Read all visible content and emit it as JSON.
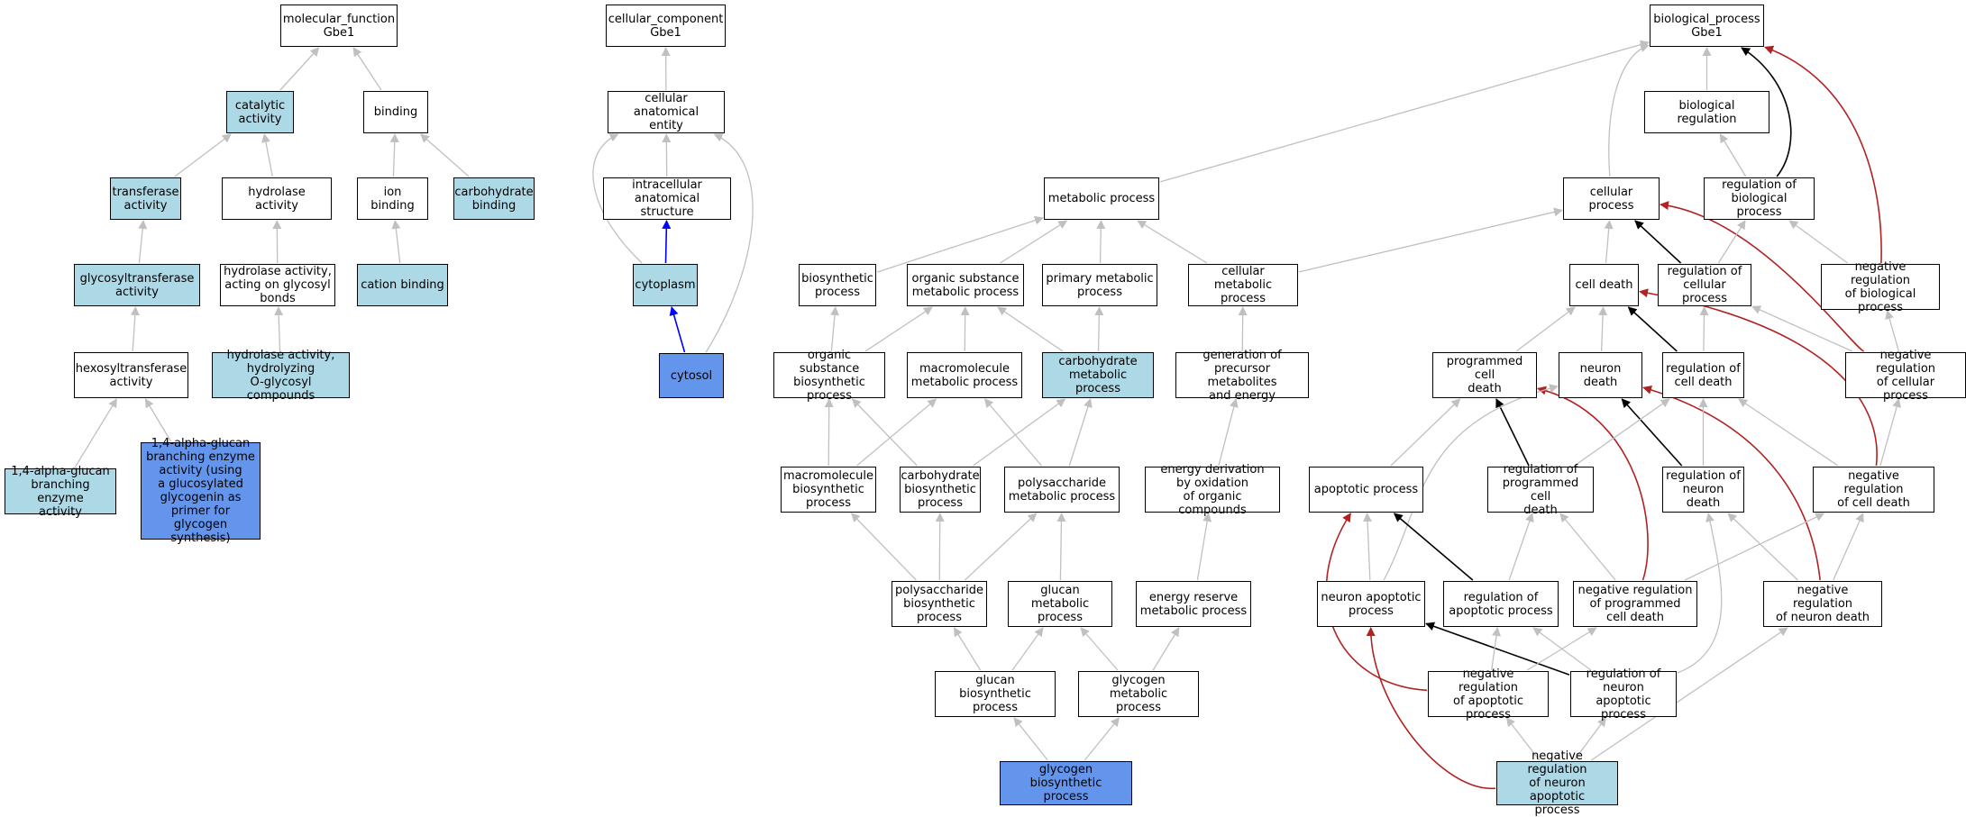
{
  "colors": {
    "white": "#ffffff",
    "light": "#add8e6",
    "focus": "#6495ed",
    "edge_gray": "#c0c0c0",
    "edge_black": "#000000",
    "edge_red": "#b22222",
    "edge_blue": "#0000ff"
  },
  "nodes": [
    {
      "id": "mf",
      "label": "molecular_function\nGbe1",
      "fill": "white"
    },
    {
      "id": "catalytic",
      "label": "catalytic activity",
      "fill": "light"
    },
    {
      "id": "binding",
      "label": "binding",
      "fill": "white"
    },
    {
      "id": "transferase",
      "label": "transferase\nactivity",
      "fill": "light"
    },
    {
      "id": "hydrolase",
      "label": "hydrolase activity",
      "fill": "white"
    },
    {
      "id": "ionbinding",
      "label": "ion binding",
      "fill": "white"
    },
    {
      "id": "carbbinding",
      "label": "carbohydrate\nbinding",
      "fill": "light"
    },
    {
      "id": "glycosyltransferase",
      "label": "glycosyltransferase\nactivity",
      "fill": "light"
    },
    {
      "id": "hydrolase_glyc",
      "label": "hydrolase activity,\nacting on glycosyl\nbonds",
      "fill": "white"
    },
    {
      "id": "cationbinding",
      "label": "cation binding",
      "fill": "light"
    },
    {
      "id": "hexosyl",
      "label": "hexosyltransferase\nactivity",
      "fill": "white"
    },
    {
      "id": "hydrolase_o",
      "label": "hydrolase activity,\nhydrolyzing\nO-glycosyl compounds",
      "fill": "light"
    },
    {
      "id": "glucanbranch",
      "label": "1,4-alpha-glucan\nbranching enzyme\nactivity",
      "fill": "light"
    },
    {
      "id": "glucanbranch2",
      "label": "1,4-alpha-glucan\nbranching enzyme\nactivity (using\na glucosylated\nglycogenin as\nprimer for glycogen\nsynthesis)",
      "fill": "focus"
    },
    {
      "id": "cc",
      "label": "cellular_component\nGbe1",
      "fill": "white"
    },
    {
      "id": "cae",
      "label": "cellular anatomical\nentity",
      "fill": "white"
    },
    {
      "id": "ias",
      "label": "intracellular\nanatomical structure",
      "fill": "white"
    },
    {
      "id": "cytoplasm",
      "label": "cytoplasm",
      "fill": "light"
    },
    {
      "id": "cytosol",
      "label": "cytosol",
      "fill": "focus"
    },
    {
      "id": "metabolic",
      "label": "metabolic process",
      "fill": "white"
    },
    {
      "id": "biosynthetic",
      "label": "biosynthetic\nprocess",
      "fill": "white"
    },
    {
      "id": "osmp",
      "label": "organic substance\nmetabolic process",
      "fill": "white"
    },
    {
      "id": "pmp",
      "label": "primary metabolic\nprocess",
      "fill": "white"
    },
    {
      "id": "cmp",
      "label": "cellular metabolic\nprocess",
      "fill": "white"
    },
    {
      "id": "osbp",
      "label": "organic substance\nbiosynthetic\nprocess",
      "fill": "white"
    },
    {
      "id": "mmp",
      "label": "macromolecule\nmetabolic process",
      "fill": "white"
    },
    {
      "id": "carbmp",
      "label": "carbohydrate\nmetabolic process",
      "fill": "light"
    },
    {
      "id": "gpme",
      "label": "generation of\nprecursor metabolites\nand energy",
      "fill": "white"
    },
    {
      "id": "mbp",
      "label": "macromolecule\nbiosynthetic\nprocess",
      "fill": "white"
    },
    {
      "id": "carbbp",
      "label": "carbohydrate\nbiosynthetic\nprocess",
      "fill": "white"
    },
    {
      "id": "polymp",
      "label": "polysaccharide\nmetabolic process",
      "fill": "white"
    },
    {
      "id": "edo",
      "label": "energy derivation\nby oxidation\nof organic compounds",
      "fill": "white"
    },
    {
      "id": "polybp",
      "label": "polysaccharide\nbiosynthetic\nprocess",
      "fill": "white"
    },
    {
      "id": "glucanmp",
      "label": "glucan metabolic\nprocess",
      "fill": "white"
    },
    {
      "id": "ermp",
      "label": "energy reserve\nmetabolic process",
      "fill": "white"
    },
    {
      "id": "glucanbp",
      "label": "glucan biosynthetic\nprocess",
      "fill": "white"
    },
    {
      "id": "glycogenmp",
      "label": "glycogen metabolic\nprocess",
      "fill": "white"
    },
    {
      "id": "glycogenbp",
      "label": "glycogen biosynthetic\nprocess",
      "fill": "focus"
    },
    {
      "id": "bp",
      "label": "biological_process\nGbe1",
      "fill": "white"
    },
    {
      "id": "bioreg",
      "label": "biological regulation",
      "fill": "white"
    },
    {
      "id": "cellproc",
      "label": "cellular process",
      "fill": "white"
    },
    {
      "id": "regbp",
      "label": "regulation of\nbiological process",
      "fill": "white"
    },
    {
      "id": "celldeath",
      "label": "cell death",
      "fill": "white"
    },
    {
      "id": "regcp",
      "label": "regulation of\ncellular process",
      "fill": "white"
    },
    {
      "id": "negregbp",
      "label": "negative regulation\nof biological\nprocess",
      "fill": "white"
    },
    {
      "id": "pcd",
      "label": "programmed cell\ndeath",
      "fill": "white"
    },
    {
      "id": "neurondeath",
      "label": "neuron death",
      "fill": "white"
    },
    {
      "id": "regcd",
      "label": "regulation of\ncell death",
      "fill": "white"
    },
    {
      "id": "negregcp",
      "label": "negative regulation\nof cellular\nprocess",
      "fill": "white"
    },
    {
      "id": "apoptotic",
      "label": "apoptotic process",
      "fill": "white"
    },
    {
      "id": "regpcd",
      "label": "regulation of\nprogrammed cell\ndeath",
      "fill": "white"
    },
    {
      "id": "regnd",
      "label": "regulation of\nneuron death",
      "fill": "white"
    },
    {
      "id": "negregcd",
      "label": "negative regulation\nof cell death",
      "fill": "white"
    },
    {
      "id": "nap",
      "label": "neuron apoptotic\nprocess",
      "fill": "white"
    },
    {
      "id": "regap",
      "label": "regulation of\napoptotic process",
      "fill": "white"
    },
    {
      "id": "negregpcd",
      "label": "negative regulation\nof programmed\ncell death",
      "fill": "white"
    },
    {
      "id": "negregnd",
      "label": "negative regulation\nof neuron death",
      "fill": "white"
    },
    {
      "id": "negregap",
      "label": "negative regulation\nof apoptotic\nprocess",
      "fill": "white"
    },
    {
      "id": "regnap",
      "label": "regulation of\nneuron apoptotic\nprocess",
      "fill": "white"
    },
    {
      "id": "negregnap",
      "label": "negative regulation\nof neuron apoptotic\nprocess",
      "fill": "light"
    }
  ],
  "edges": [
    [
      "catalytic",
      "mf",
      "gray"
    ],
    [
      "binding",
      "mf",
      "gray"
    ],
    [
      "transferase",
      "catalytic",
      "gray"
    ],
    [
      "hydrolase",
      "catalytic",
      "gray"
    ],
    [
      "ionbinding",
      "binding",
      "gray"
    ],
    [
      "carbbinding",
      "binding",
      "gray"
    ],
    [
      "glycosyltransferase",
      "transferase",
      "gray"
    ],
    [
      "hydrolase_glyc",
      "hydrolase",
      "gray"
    ],
    [
      "cationbinding",
      "ionbinding",
      "gray"
    ],
    [
      "hexosyl",
      "glycosyltransferase",
      "gray"
    ],
    [
      "hydrolase_o",
      "hydrolase_glyc",
      "gray"
    ],
    [
      "glucanbranch",
      "hexosyl",
      "gray"
    ],
    [
      "glucanbranch2",
      "hexosyl",
      "gray"
    ],
    [
      "cae",
      "cc",
      "gray"
    ],
    [
      "ias",
      "cae",
      "gray"
    ],
    [
      "cytoplasm",
      "cae",
      "gray"
    ],
    [
      "cytosol",
      "cae",
      "gray"
    ],
    [
      "cytoplasm",
      "ias",
      "blue"
    ],
    [
      "cytosol",
      "cytoplasm",
      "blue"
    ],
    [
      "metabolic",
      "bp",
      "gray"
    ],
    [
      "biosynthetic",
      "metabolic",
      "gray"
    ],
    [
      "osmp",
      "metabolic",
      "gray"
    ],
    [
      "pmp",
      "metabolic",
      "gray"
    ],
    [
      "cmp",
      "metabolic",
      "gray"
    ],
    [
      "cmp",
      "cellproc",
      "gray"
    ],
    [
      "osbp",
      "biosynthetic",
      "gray"
    ],
    [
      "osbp",
      "osmp",
      "gray"
    ],
    [
      "mmp",
      "osmp",
      "gray"
    ],
    [
      "carbmp",
      "osmp",
      "gray"
    ],
    [
      "carbmp",
      "pmp",
      "gray"
    ],
    [
      "gpme",
      "cmp",
      "gray"
    ],
    [
      "mbp",
      "osbp",
      "gray"
    ],
    [
      "mbp",
      "mmp",
      "gray"
    ],
    [
      "carbbp",
      "osbp",
      "gray"
    ],
    [
      "carbbp",
      "carbmp",
      "gray"
    ],
    [
      "polymp",
      "mmp",
      "gray"
    ],
    [
      "polymp",
      "carbmp",
      "gray"
    ],
    [
      "edo",
      "gpme",
      "gray"
    ],
    [
      "polybp",
      "mbp",
      "gray"
    ],
    [
      "polybp",
      "carbbp",
      "gray"
    ],
    [
      "polybp",
      "polymp",
      "gray"
    ],
    [
      "glucanmp",
      "polymp",
      "gray"
    ],
    [
      "ermp",
      "edo",
      "gray"
    ],
    [
      "glucanbp",
      "polybp",
      "gray"
    ],
    [
      "glucanbp",
      "glucanmp",
      "gray"
    ],
    [
      "glycogenmp",
      "glucanmp",
      "gray"
    ],
    [
      "glycogenmp",
      "ermp",
      "gray"
    ],
    [
      "glycogenbp",
      "glucanbp",
      "gray"
    ],
    [
      "glycogenbp",
      "glycogenmp",
      "gray"
    ],
    [
      "bioreg",
      "bp",
      "gray"
    ],
    [
      "cellproc",
      "bp",
      "gray"
    ],
    [
      "regbp",
      "bp",
      "black"
    ],
    [
      "negregbp",
      "bp",
      "red"
    ],
    [
      "regbp",
      "bioreg",
      "gray"
    ],
    [
      "celldeath",
      "cellproc",
      "gray"
    ],
    [
      "regcp",
      "cellproc",
      "black"
    ],
    [
      "negregcp",
      "cellproc",
      "red"
    ],
    [
      "regcp",
      "regbp",
      "gray"
    ],
    [
      "negregbp",
      "regbp",
      "gray"
    ],
    [
      "negregcp",
      "regcp",
      "gray"
    ],
    [
      "negregcp",
      "negregbp",
      "gray"
    ],
    [
      "pcd",
      "celldeath",
      "gray"
    ],
    [
      "neurondeath",
      "celldeath",
      "gray"
    ],
    [
      "regcd",
      "celldeath",
      "black"
    ],
    [
      "negregcd",
      "celldeath",
      "red"
    ],
    [
      "regcd",
      "regcp",
      "gray"
    ],
    [
      "apoptotic",
      "pcd",
      "gray"
    ],
    [
      "regpcd",
      "pcd",
      "black"
    ],
    [
      "negregpcd",
      "pcd",
      "red"
    ],
    [
      "nap",
      "neurondeath",
      "gray"
    ],
    [
      "regnd",
      "neurondeath",
      "black"
    ],
    [
      "negregnd",
      "neurondeath",
      "red"
    ],
    [
      "regpcd",
      "regcd",
      "gray"
    ],
    [
      "regnd",
      "regcd",
      "gray"
    ],
    [
      "negregcd",
      "regcd",
      "gray"
    ],
    [
      "negregcd",
      "negregcp",
      "gray"
    ],
    [
      "nap",
      "apoptotic",
      "gray"
    ],
    [
      "regap",
      "apoptotic",
      "black"
    ],
    [
      "negregap",
      "apoptotic",
      "red"
    ],
    [
      "regap",
      "regpcd",
      "gray"
    ],
    [
      "negregpcd",
      "regpcd",
      "gray"
    ],
    [
      "negregpcd",
      "negregcd",
      "gray"
    ],
    [
      "regnap",
      "regnd",
      "gray"
    ],
    [
      "negregnd",
      "regnd",
      "gray"
    ],
    [
      "negregnd",
      "negregcd",
      "gray"
    ],
    [
      "regnap",
      "nap",
      "black"
    ],
    [
      "negregnap",
      "nap",
      "red"
    ],
    [
      "negregap",
      "regap",
      "gray"
    ],
    [
      "regnap",
      "regap",
      "gray"
    ],
    [
      "negregap",
      "negregpcd",
      "gray"
    ],
    [
      "negregnap",
      "negregap",
      "gray"
    ],
    [
      "negregnap",
      "regnap",
      "gray"
    ],
    [
      "negregnap",
      "negregnd",
      "gray"
    ]
  ]
}
